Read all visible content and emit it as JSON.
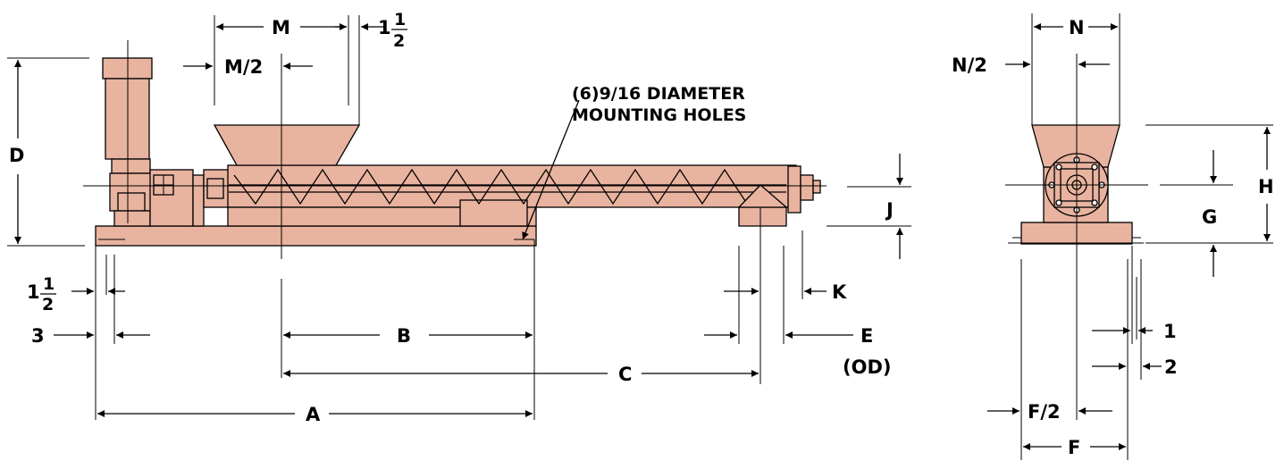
{
  "colors": {
    "body_fill": "#e8b39f",
    "line": "#000000"
  },
  "labels": {
    "m": "M",
    "m_half": "M/2",
    "one_half_top_whole": "1",
    "one_half_top_num": "1",
    "one_half_top_den": "2",
    "d": "D",
    "note_line1": "(6)9/16 DIAMETER",
    "note_line2": "MOUNTING HOLES",
    "j": "J",
    "one_half_left_whole": "1",
    "one_half_left_num": "1",
    "one_half_left_den": "2",
    "three": "3",
    "b": "B",
    "k": "K",
    "e": "E",
    "od": "(OD)",
    "c": "C",
    "a": "A",
    "n": "N",
    "n_half": "N/2",
    "h": "H",
    "g": "G",
    "one": "1",
    "two": "2",
    "f_half": "F/2",
    "f": "F"
  }
}
